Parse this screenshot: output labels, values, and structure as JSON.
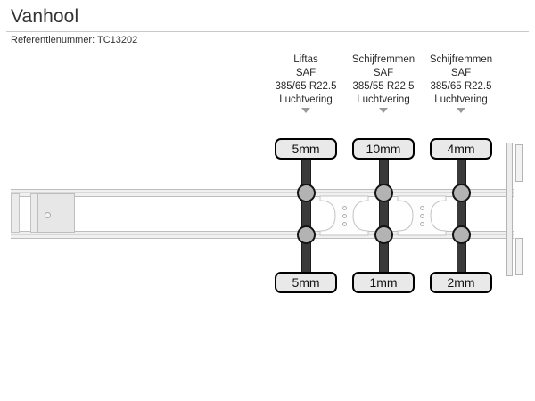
{
  "header": {
    "title": "Vanhool",
    "reference_label": "Referentienummer: TC13202"
  },
  "diagram": {
    "axles": [
      {
        "id": "axle-1",
        "spec_lines": [
          "Liftas",
          "SAF",
          "385/65 R22.5",
          "Luchtvering"
        ],
        "pointer_icon": "triangle-down-icon",
        "top_tread": "5mm",
        "bottom_tread": "5mm"
      },
      {
        "id": "axle-2",
        "spec_lines": [
          "Schijfremmen",
          "SAF",
          "385/55 R22.5",
          "Luchtvering"
        ],
        "pointer_icon": "triangle-down-icon",
        "top_tread": "10mm",
        "bottom_tread": "1mm"
      },
      {
        "id": "axle-3",
        "spec_lines": [
          "Schijfremmen",
          "SAF",
          "385/65 R22.5",
          "Luchtvering"
        ],
        "pointer_icon": "triangle-down-icon",
        "top_tread": "4mm",
        "bottom_tread": "2mm"
      }
    ],
    "colors": {
      "rail_fill": "#f0f0f0",
      "rail_stroke": "#bdbdbd",
      "axle_beam": "#3a3a3a",
      "wheel_hub": "#b3b3b3",
      "callout_fill": "#e9e9e9",
      "callout_stroke": "#000000",
      "pointer": "#9a9a9a",
      "divider": "#c9c9c9"
    }
  }
}
